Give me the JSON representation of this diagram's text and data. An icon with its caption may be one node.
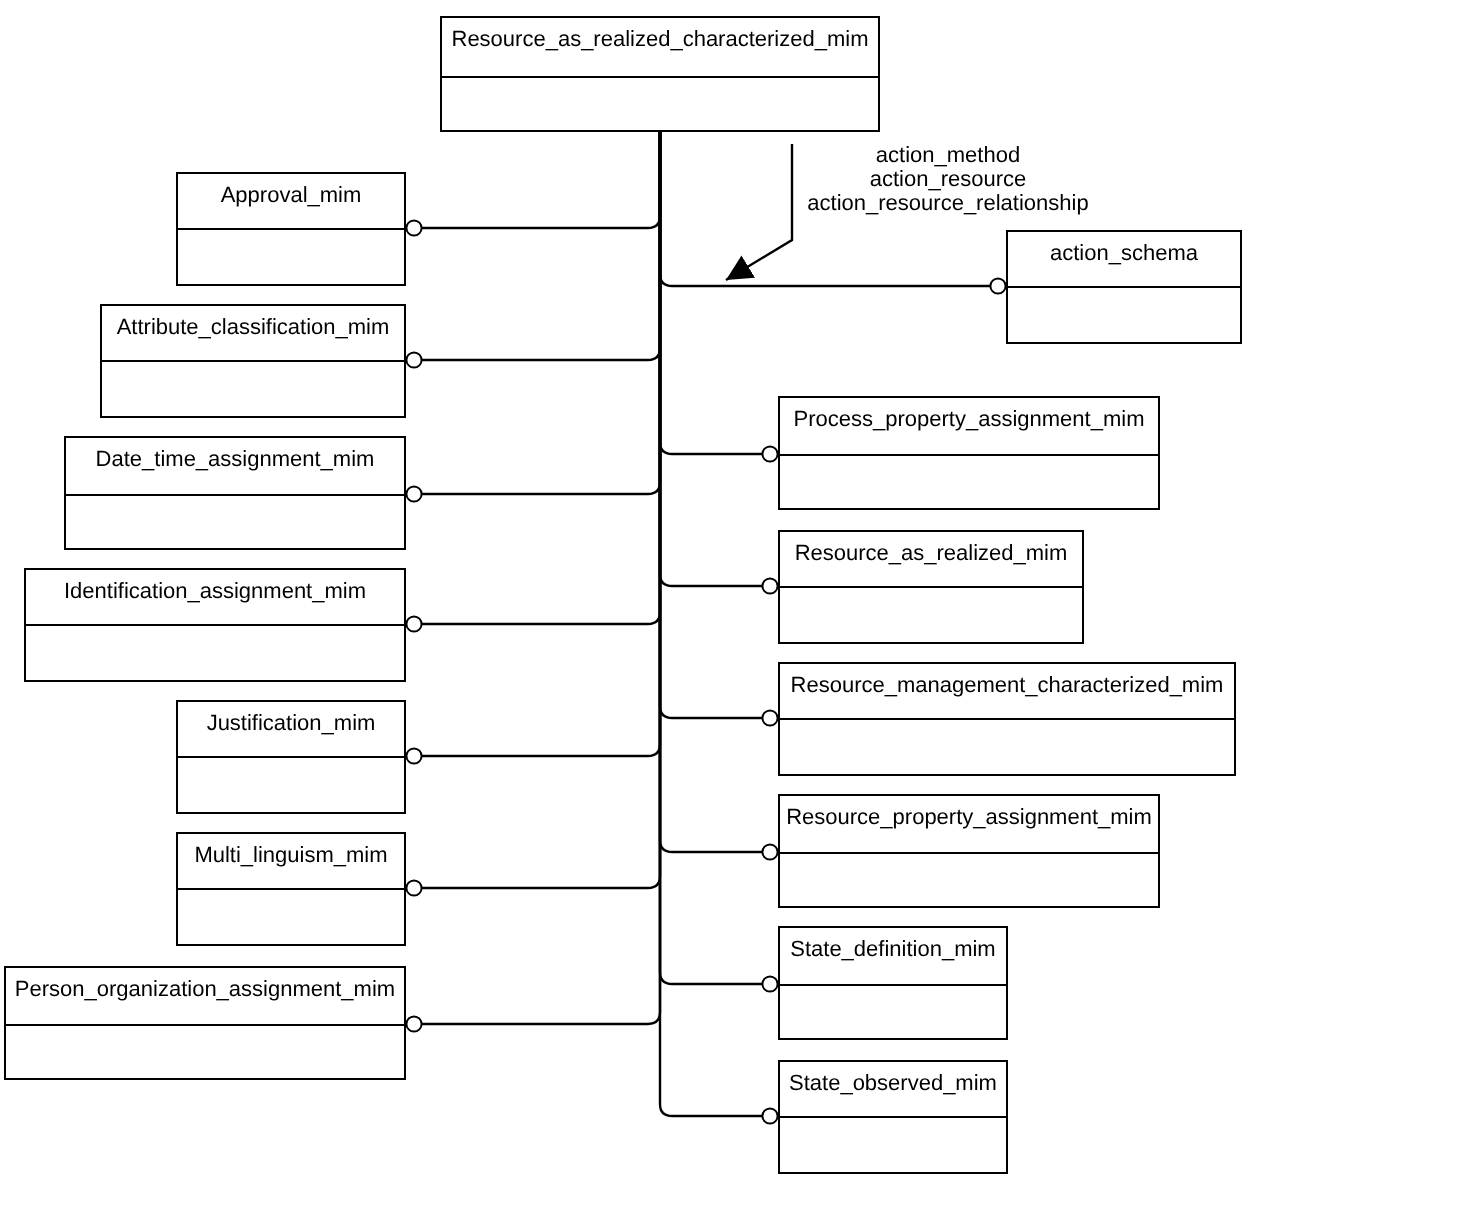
{
  "diagram": {
    "nodes": [
      {
        "text": [
          "Resource_as_realized_characterized_mim"
        ]
      },
      {
        "text": [
          "Approval_mim"
        ]
      },
      {
        "text": [
          "Attribute_classification_mim"
        ]
      },
      {
        "text": [
          "Date_time_assignment_mim"
        ]
      },
      {
        "text": [
          "Identification_assignment_mim"
        ]
      },
      {
        "text": [
          "Justification_mim"
        ]
      },
      {
        "text": [
          "Multi_linguism_mim"
        ]
      },
      {
        "text": [
          "Person_organization_assignment_mim"
        ]
      },
      {
        "text": [
          "action_method",
          "action_resource",
          "action_resource_relationship"
        ]
      },
      {
        "text": [
          "action_schema"
        ]
      },
      {
        "text": [
          "Process_property_assignment_mim"
        ]
      },
      {
        "text": [
          "Resource_as_realized_mim"
        ]
      },
      {
        "text": [
          "Resource_management_characterized_mim"
        ]
      },
      {
        "text": [
          "Resource_property_assignment_mim"
        ]
      },
      {
        "text": [
          "State_definition_mim"
        ]
      },
      {
        "text": [
          "State_observed_mim"
        ]
      }
    ],
    "edges": [
      {
        "from": 0,
        "to": 1,
        "arrow": "other"
      },
      {
        "from": 0,
        "to": 2,
        "arrow": "other"
      },
      {
        "from": 0,
        "to": 3,
        "arrow": "other"
      },
      {
        "from": 0,
        "to": 4,
        "arrow": "other"
      },
      {
        "from": 0,
        "to": 5,
        "arrow": "other"
      },
      {
        "from": 0,
        "to": 6,
        "arrow": "other"
      },
      {
        "from": 0,
        "to": 7,
        "arrow": "other"
      },
      {
        "from": 0,
        "to": 9,
        "arrow": "other"
      },
      {
        "from": 0,
        "to": 10,
        "arrow": "other"
      },
      {
        "from": 0,
        "to": 11,
        "arrow": "other"
      },
      {
        "from": 0,
        "to": 12,
        "arrow": "other"
      },
      {
        "from": 0,
        "to": 13,
        "arrow": "other"
      },
      {
        "from": 0,
        "to": 14,
        "arrow": "other"
      },
      {
        "from": 0,
        "to": 15,
        "arrow": "other"
      },
      {
        "from": 8,
        "to": null,
        "arrow": "to"
      }
    ]
  }
}
